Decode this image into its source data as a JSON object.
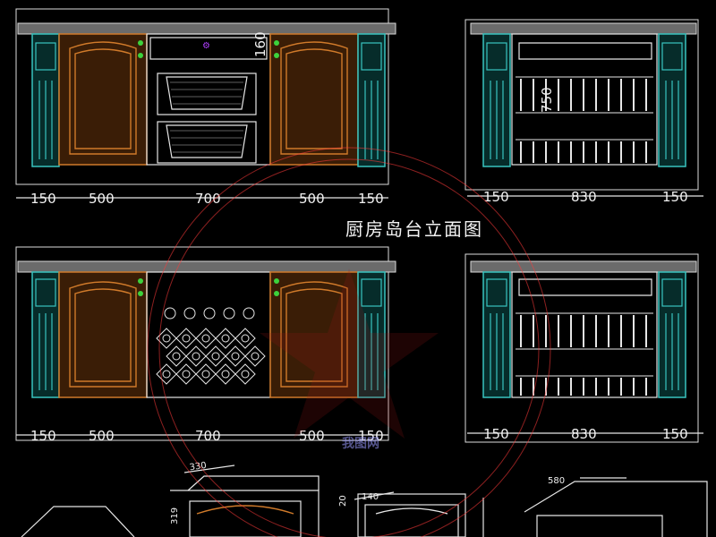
{
  "title": "厨房岛台立面图",
  "front_top_dims": [
    "150",
    "500",
    "700",
    "500",
    "150"
  ],
  "front_bottom_dims": [
    "150",
    "500",
    "700",
    "500",
    "150"
  ],
  "side_top_dims": [
    "150",
    "830",
    "150"
  ],
  "side_bottom_dims": [
    "150",
    "830",
    "150"
  ],
  "drawer_dim": "160",
  "side_height_dim": "750",
  "detail_dims": {
    "d330": "330",
    "d319": "319",
    "d20": "20",
    "d140": "140",
    "d580": "580"
  },
  "watermark_text": "我图网",
  "colors": {
    "background": "#000000",
    "wood": "#d07a2a",
    "column": "#38c4c0",
    "line": "#e6e6e6",
    "stamp": "#d02020"
  }
}
